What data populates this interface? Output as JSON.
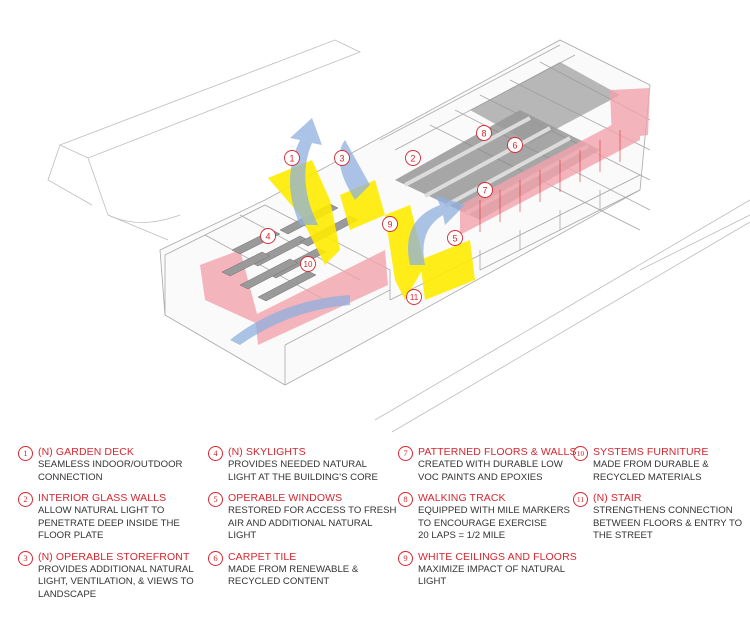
{
  "colors": {
    "accent_red": "#d8262f",
    "highlight_yellow": "#ffec00",
    "airflow_blue": "#8fb0de",
    "glass_pink": "#f3a3ad",
    "floor_gray": "#8a8a8a"
  },
  "callouts": [
    "1",
    "2",
    "3",
    "4",
    "5",
    "6",
    "7",
    "8",
    "9",
    "10",
    "11"
  ],
  "legend": [
    {
      "num": "1",
      "title": "(N) GARDEN DECK",
      "desc": "SEAMLESS INDOOR/OUTDOOR\nCONNECTION"
    },
    {
      "num": "2",
      "title": "INTERIOR GLASS WALLS",
      "desc": "ALLOW NATURAL LIGHT TO\nPENETRATE DEEP INSIDE THE\nFLOOR PLATE"
    },
    {
      "num": "3",
      "title": "(N) OPERABLE STOREFRONT",
      "desc": "PROVIDES ADDITIONAL NATURAL\nLIGHT, VENTILATION, & VIEWS TO\nLANDSCAPE"
    },
    {
      "num": "4",
      "title": "(N) SKYLIGHTS",
      "desc": "PROVIDES NEEDED NATURAL\nLIGHT AT THE BUILDING'S CORE"
    },
    {
      "num": "5",
      "title": "OPERABLE WINDOWS",
      "desc": "RESTORED FOR ACCESS TO FRESH\nAIR AND ADDITIONAL NATURAL\nLIGHT"
    },
    {
      "num": "6",
      "title": "CARPET TILE",
      "desc": "MADE FROM RENEWABLE &\nRECYCLED CONTENT"
    },
    {
      "num": "7",
      "title": "PATTERNED FLOORS & WALLS",
      "desc": "CREATED WITH DURABLE LOW\nVOC PAINTS AND EPOXIES"
    },
    {
      "num": "8",
      "title": "WALKING TRACK",
      "desc": "EQUIPPED WITH MILE MARKERS\nTO ENCOURAGE EXERCISE\n20 LAPS = 1/2 MILE"
    },
    {
      "num": "9",
      "title": "WHITE CEILINGS AND FLOORS",
      "desc": "MAXIMIZE IMPACT OF NATURAL\nLIGHT"
    },
    {
      "num": "10",
      "title": "SYSTEMS FURNITURE",
      "desc": "MADE FROM DURABLE &\nRECYCLED MATERIALS"
    },
    {
      "num": "11",
      "title": "(N) STAIR",
      "desc": "STRENGTHENS CONNECTION\nBETWEEN FLOORS & ENTRY TO\nTHE STREET"
    }
  ]
}
